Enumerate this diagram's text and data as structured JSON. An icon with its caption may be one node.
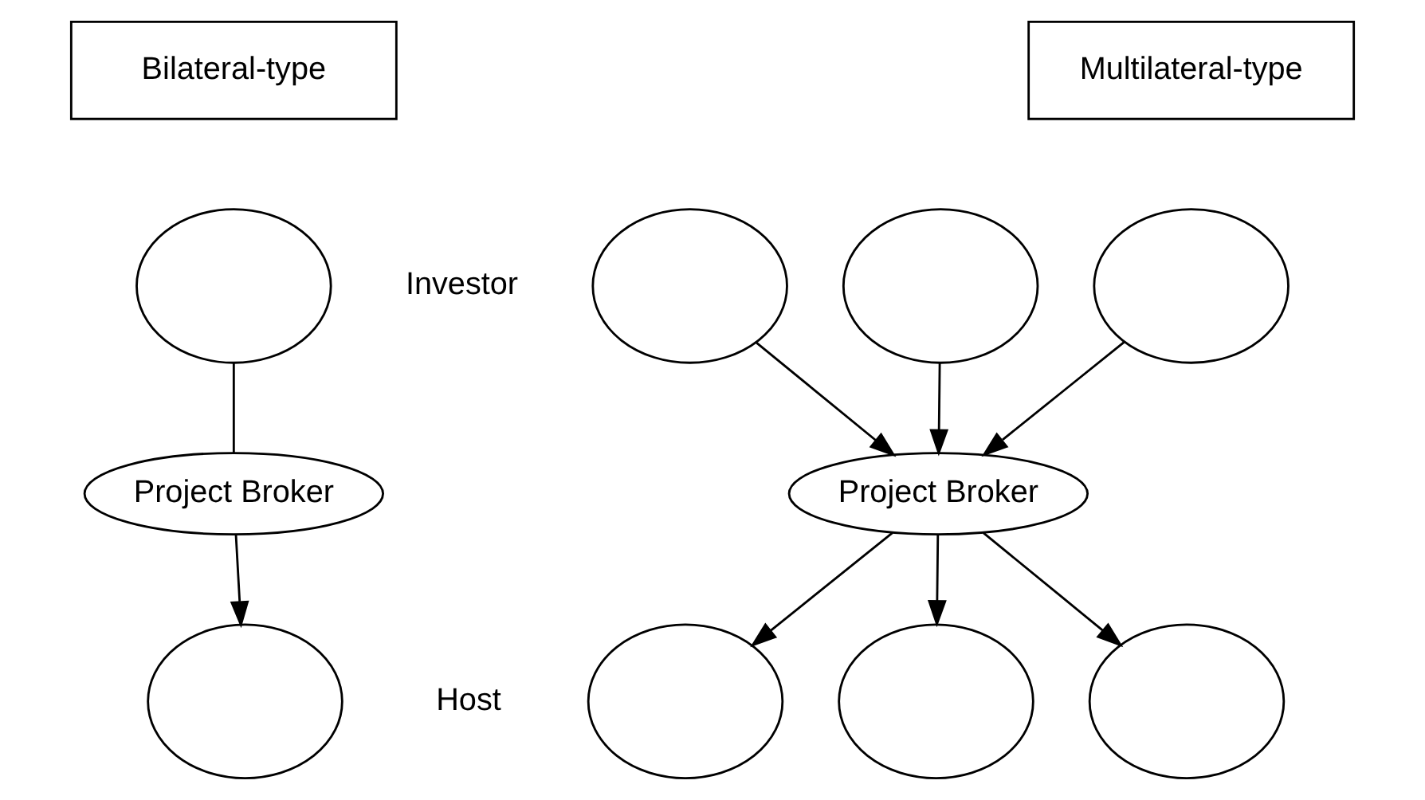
{
  "diagram": {
    "nodes": [
      {
        "text": [
          "Bilateral-type"
        ]
      },
      {
        "text": [
          "Multilateral-type"
        ]
      },
      {
        "text": [],
        "shape": "ellipse"
      },
      {
        "text": [
          "Project Broker"
        ]
      },
      {
        "text": [],
        "shape": "ellipse"
      },
      {
        "text": [],
        "shape": "ellipse"
      },
      {
        "text": [],
        "shape": "ellipse"
      },
      {
        "text": [],
        "shape": "ellipse"
      },
      {
        "text": [
          "Project Broker"
        ]
      },
      {
        "text": [],
        "shape": "ellipse"
      },
      {
        "text": [],
        "shape": "ellipse"
      },
      {
        "text": [],
        "shape": "ellipse"
      }
    ],
    "edges": [
      {
        "from": 2,
        "to": 3,
        "arrow": "none"
      },
      {
        "from": 3,
        "to": 4,
        "arrow": "to"
      },
      {
        "from": 5,
        "to": 8,
        "arrow": "to"
      },
      {
        "from": 6,
        "to": 8,
        "arrow": "to"
      },
      {
        "from": 7,
        "to": 8,
        "arrow": "to"
      },
      {
        "from": 8,
        "to": 9,
        "arrow": "to"
      },
      {
        "from": 8,
        "to": 10,
        "arrow": "to"
      },
      {
        "from": 8,
        "to": 11,
        "arrow": "to"
      }
    ],
    "labels": [
      "Investor",
      "Host"
    ]
  }
}
